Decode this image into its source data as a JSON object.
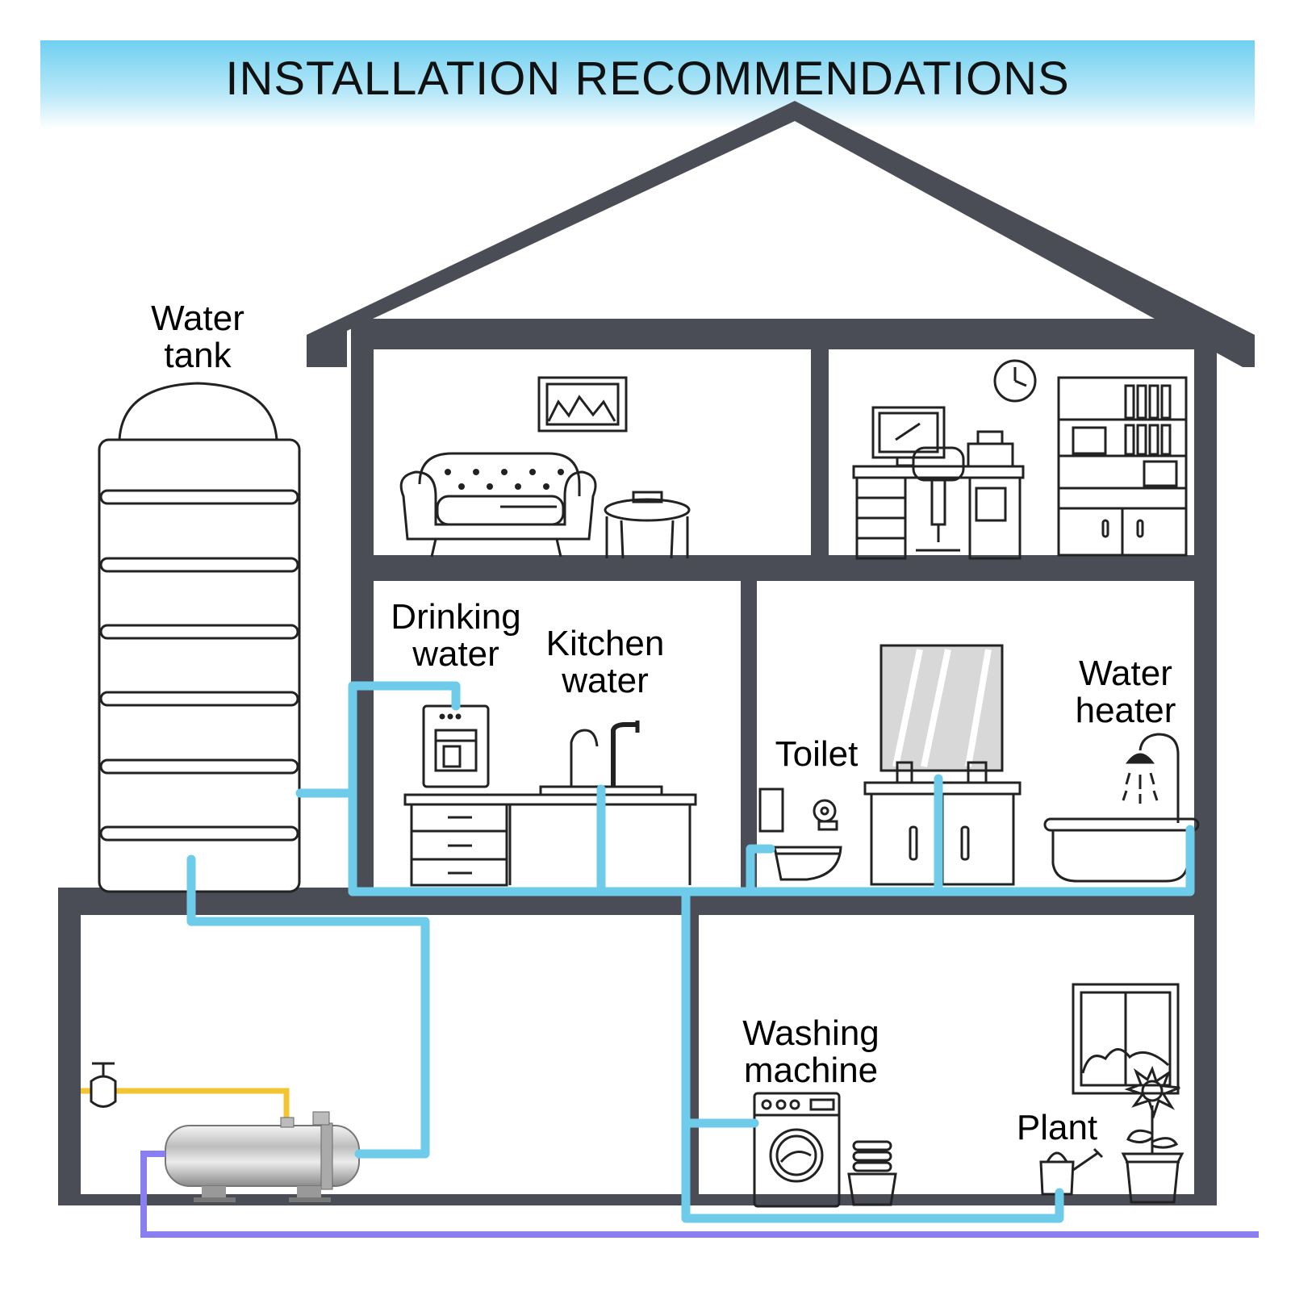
{
  "title": "INSTALLATION RECOMMENDATIONS",
  "labels": {
    "water_tank": [
      "Water",
      "tank"
    ],
    "drinking_water": [
      "Drinking",
      "water"
    ],
    "kitchen_water": [
      "Kitchen",
      "water"
    ],
    "toilet": "Toilet",
    "water_heater": [
      "Water",
      "heater"
    ],
    "washing_machine": [
      "Washing",
      "machine"
    ],
    "plant": "Plant"
  },
  "colors": {
    "wall": "#4a4d56",
    "pipe_water": "#6fcbea",
    "pipe_inlet": "#f2c531",
    "pipe_drain": "#8a7ff0",
    "banner": "#6fd0f0"
  },
  "icons": [
    "sofa-icon",
    "side-table-icon",
    "picture-frame-icon",
    "desk-icon",
    "computer-icon",
    "printer-icon",
    "office-chair-icon",
    "bookshelf-icon",
    "clock-icon",
    "water-dispenser-icon",
    "kitchen-cabinet-icon",
    "faucet-icon",
    "mirror-icon",
    "vanity-icon",
    "toilet-icon",
    "toilet-paper-icon",
    "bathtub-icon",
    "shower-head-icon",
    "washing-machine-icon",
    "laundry-basket-icon",
    "window-icon",
    "flower-pot-icon",
    "watering-can-icon",
    "valve-icon",
    "filter-tank-icon",
    "water-tank-icon"
  ]
}
